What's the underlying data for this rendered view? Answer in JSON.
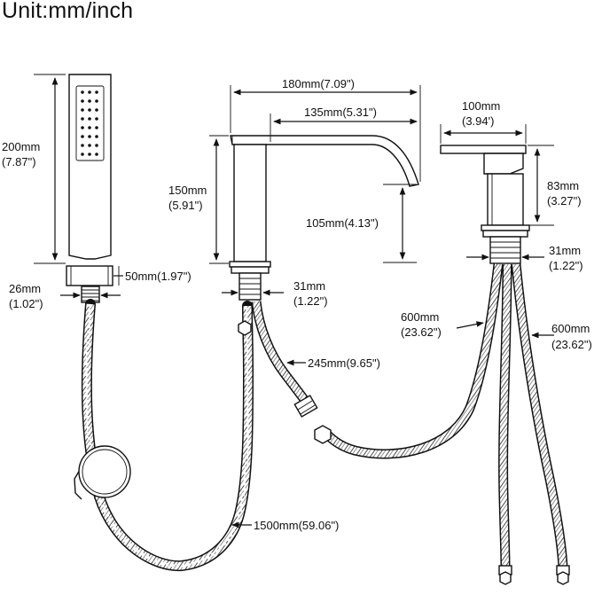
{
  "title": "Unit:mm/inch",
  "labels": {
    "spout_width": "180mm(7.09\")",
    "spout_reach": "135mm(5.31\")",
    "spout_height": "105mm(4.13\")",
    "body_height_mm": "150mm",
    "body_height_in": "(5.91\")",
    "handle_width_mm": "100mm",
    "handle_width_in": "(3.94')",
    "handle_height_mm": "83mm",
    "handle_height_in": "(3.27\")",
    "handle_thread_mm": "31mm",
    "handle_thread_in": "(1.22\")",
    "shower_length_mm": "200mm",
    "shower_length_in": "(7.87\")",
    "shower_base": "50mm(1.97\")",
    "shower_thread_mm": "26mm",
    "shower_thread_in": "(1.02\")",
    "spout_thread_mm": "31mm",
    "spout_thread_in": "(1.22\")",
    "spout_hose": "245mm(9.65\")",
    "left_supply_mm": "600mm",
    "left_supply_in": "(23.62\")",
    "right_supply_mm": "600mm",
    "right_supply_in": "(23.62\")",
    "shower_hose": "1500mm(59.06\")"
  }
}
